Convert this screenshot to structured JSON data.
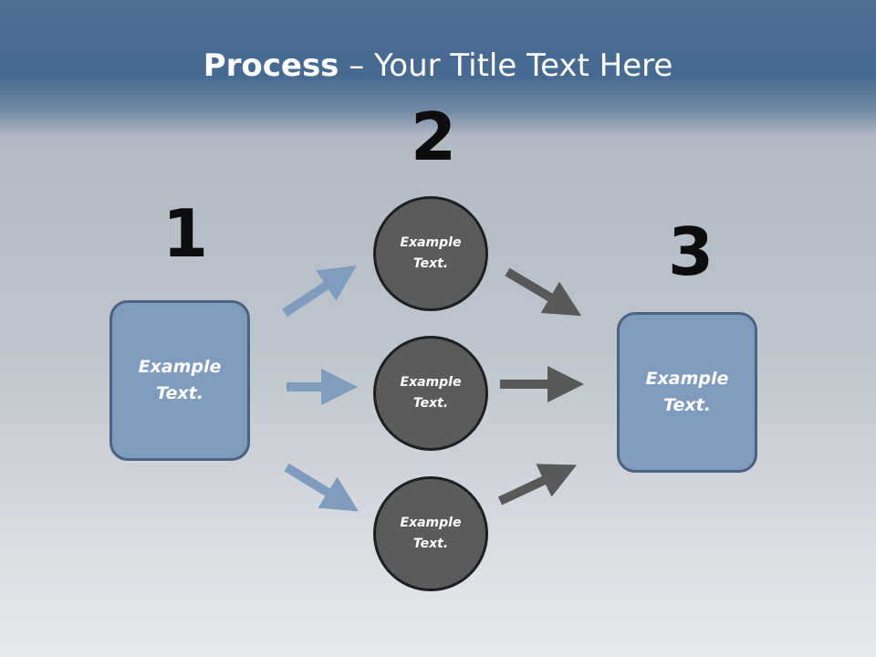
{
  "slide": {
    "title_bold": "Process",
    "title_rest": " – Your Title Text Here"
  },
  "steps": {
    "step1": "1",
    "step2": "2",
    "step3": "3"
  },
  "left_box": {
    "text": "Example\nText."
  },
  "circles": [
    {
      "text": "Example\nText."
    },
    {
      "text": "Example\nText."
    },
    {
      "text": "Example\nText."
    }
  ],
  "right_box": {
    "text": "Example\nText."
  },
  "colors": {
    "header": "#46698f",
    "box_fill": "#7f9cbf",
    "circle_fill": "#5b5b5b",
    "left_arrows": "#7f9cbf",
    "right_arrows": "#595959"
  }
}
